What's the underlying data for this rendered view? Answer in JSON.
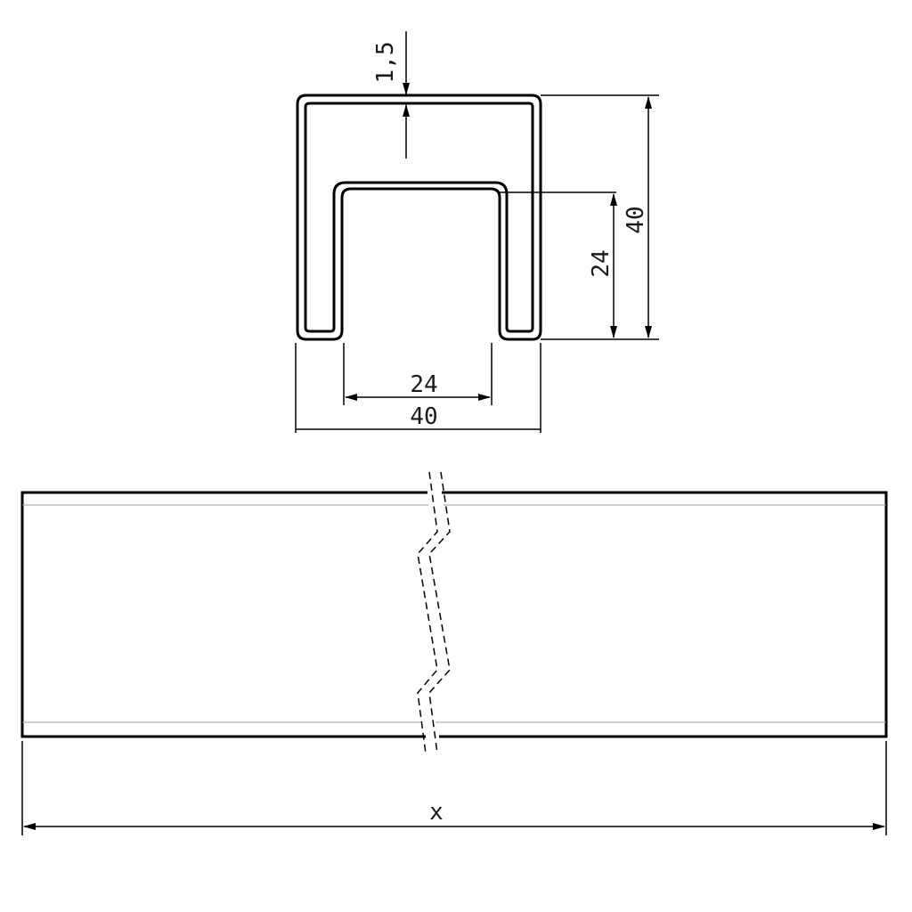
{
  "drawing": {
    "stroke_color": "#000000",
    "thin_line_color": "#1a1a1a",
    "background": "#ffffff"
  },
  "cross_section": {
    "thickness_label": "1,5",
    "outer_height_label": "40",
    "inner_height_label": "24",
    "inner_width_label": "24",
    "outer_width_label": "40"
  },
  "length_view": {
    "length_label": "x"
  }
}
